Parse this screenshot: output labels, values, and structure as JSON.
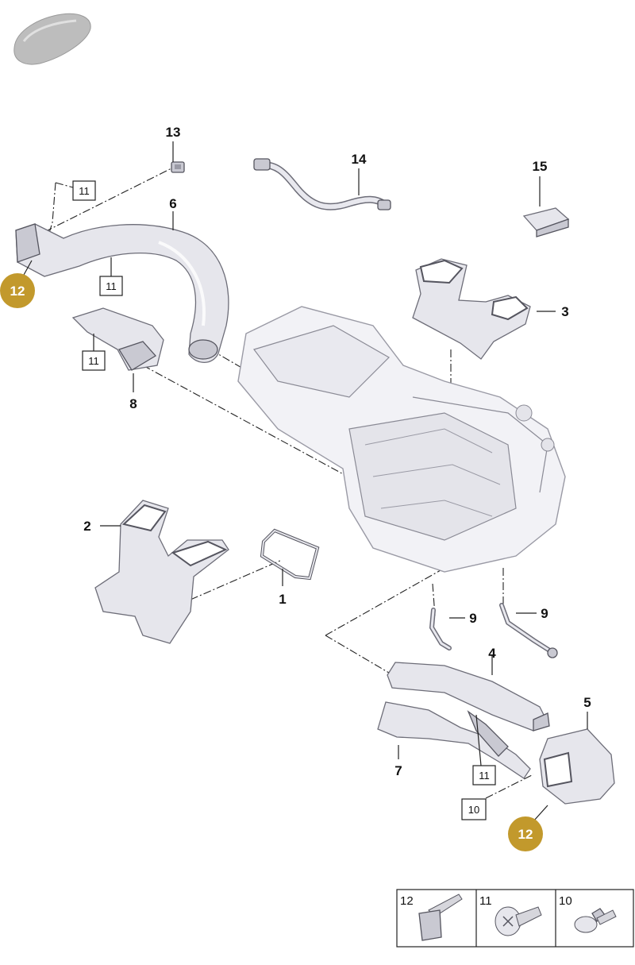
{
  "callouts": {
    "c1": "1",
    "c2": "2",
    "c3": "3",
    "c4": "4",
    "c5": "5",
    "c6": "6",
    "c7": "7",
    "c8": "8",
    "c9a": "9",
    "c9b": "9",
    "c13": "13",
    "c14": "14",
    "c15": "15"
  },
  "boxed_refs": {
    "b11a": "11",
    "b11b": "11",
    "b11c": "11",
    "b11d": "11",
    "b10": "10"
  },
  "badges": {
    "top": "12",
    "bottom": "12"
  },
  "legend": {
    "items": [
      {
        "number": "12",
        "icon": "clip-icon"
      },
      {
        "number": "11",
        "icon": "screw-icon"
      },
      {
        "number": "10",
        "icon": "bolt-washer-icon"
      }
    ]
  },
  "colors": {
    "badge": "#c2992c",
    "part_fill": "#e6e6ec",
    "part_outline": "#6d6d78"
  }
}
